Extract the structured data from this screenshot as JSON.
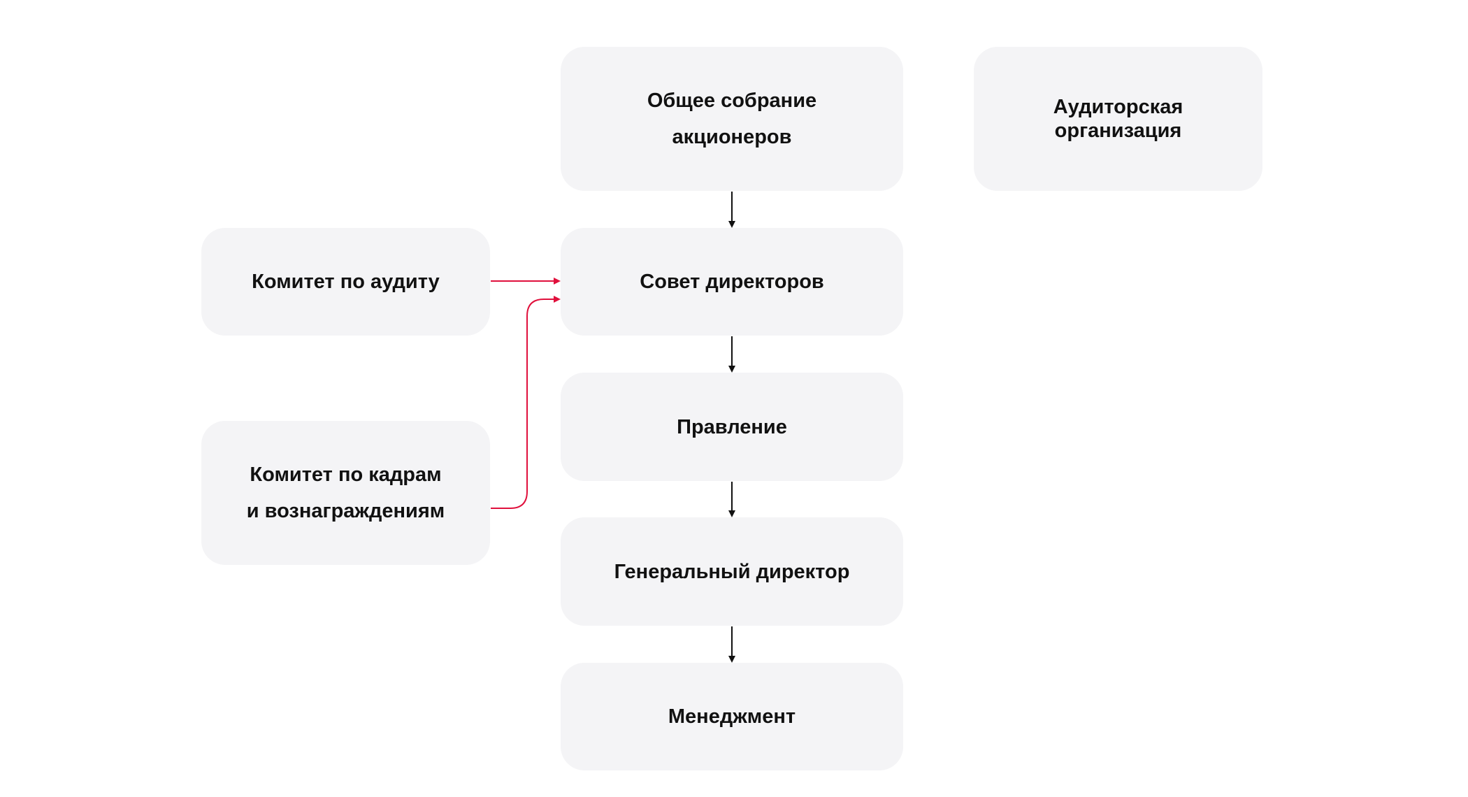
{
  "nodes": {
    "shareholders": {
      "line1": "Общее собрание",
      "line2": "акционеров"
    },
    "auditor": {
      "line1": "Аудиторская",
      "line2": "организация"
    },
    "board": {
      "label": "Совет директоров"
    },
    "management_board": {
      "label": "Правление"
    },
    "ceo": {
      "label": "Генеральный директор"
    },
    "management": {
      "label": "Менеджмент"
    },
    "audit_committee": {
      "label": "Комитет по аудиту"
    },
    "hr_committee": {
      "line1": "Комитет по кадрам",
      "line2": "и вознаграждениям"
    }
  },
  "colors": {
    "box": "#f4f4f6",
    "arrow": "#111111",
    "committee_arrow": "#e0103c"
  }
}
